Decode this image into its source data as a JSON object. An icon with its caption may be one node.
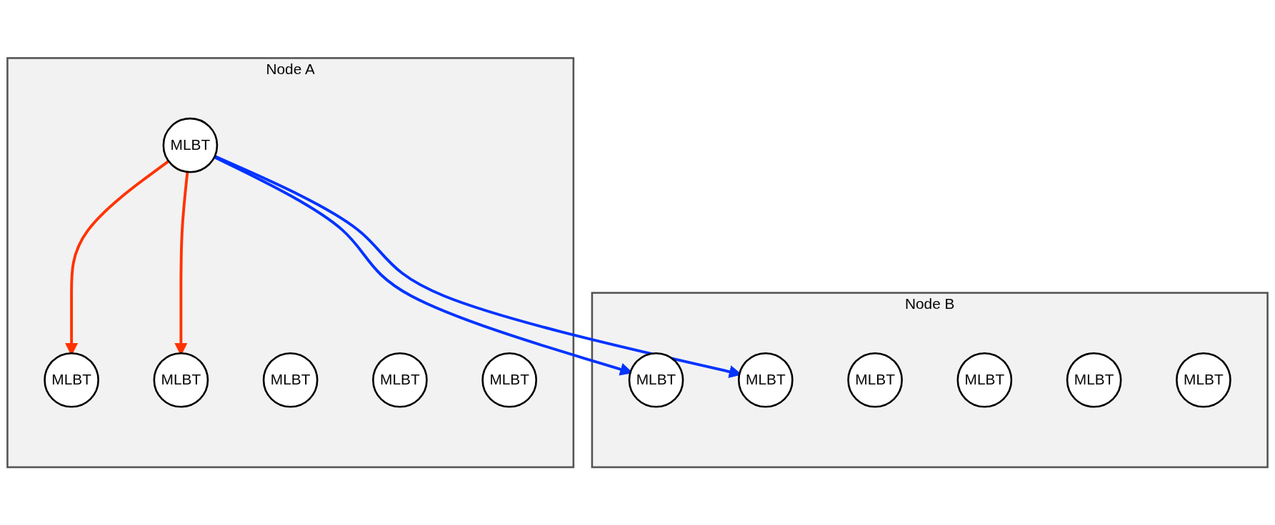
{
  "diagram": {
    "nodes": [
      {
        "text": [
          "Node A"
        ]
      },
      {
        "text": [
          "MLBT"
        ],
        "in": 0
      },
      {
        "text": [
          "MLBT"
        ],
        "in": 0
      },
      {
        "text": [
          "MLBT"
        ],
        "in": 0
      },
      {
        "text": [
          "MLBT"
        ],
        "in": 0
      },
      {
        "text": [
          "MLBT"
        ],
        "in": 0
      },
      {
        "text": [
          "MLBT"
        ],
        "in": 0
      },
      {
        "text": [
          "Node B"
        ]
      },
      {
        "text": [
          "MLBT"
        ],
        "in": 7
      },
      {
        "text": [
          "MLBT"
        ],
        "in": 7
      },
      {
        "text": [
          "MLBT"
        ],
        "in": 7
      },
      {
        "text": [
          "MLBT"
        ],
        "in": 7
      },
      {
        "text": [
          "MLBT"
        ],
        "in": 7
      },
      {
        "text": [
          "MLBT"
        ],
        "in": 7
      }
    ],
    "edges": [
      {
        "from": 4,
        "to": 1,
        "arrow": "to",
        "color": "#ff3300"
      },
      {
        "from": 4,
        "to": 5,
        "arrow": "to",
        "color": "#ff3300"
      },
      {
        "from": 4,
        "to": 9,
        "arrow": "to",
        "color": "#0033ff"
      },
      {
        "from": 4,
        "to": 12,
        "arrow": "to",
        "color": "#0033ff"
      }
    ]
  }
}
